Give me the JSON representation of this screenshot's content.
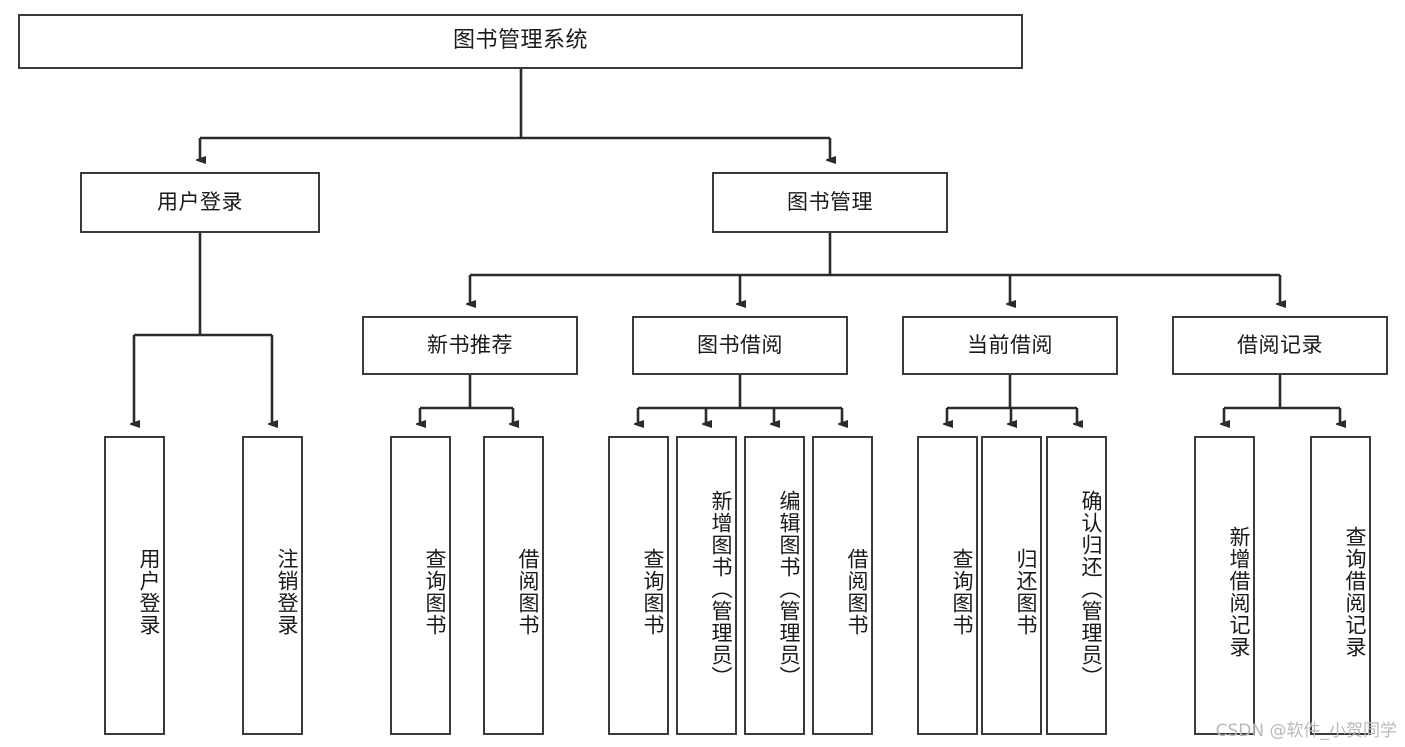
{
  "diagram": {
    "title": "图书管理系统",
    "watermark": "CSDN @软件_小贺同学",
    "colors": {
      "background": "#ffffff",
      "box_border": "#3a3a3a",
      "box_fill": "#ffffff",
      "text": "#1a1a1a",
      "connector": "#2b2b2b",
      "watermark": "#b9b9b9"
    },
    "root": {
      "label": "图书管理系统"
    },
    "level1": [
      {
        "label": "用户登录"
      },
      {
        "label": "图书管理"
      }
    ],
    "level2": [
      {
        "label": "新书推荐"
      },
      {
        "label": "图书借阅"
      },
      {
        "label": "当前借阅"
      },
      {
        "label": "借阅记录"
      }
    ],
    "leaves": {
      "user_login": [
        {
          "label": "用户登录"
        },
        {
          "label": "注销登录"
        }
      ],
      "new_book_recommend": [
        {
          "label": "查询图书"
        },
        {
          "label": "借阅图书"
        }
      ],
      "book_borrow": [
        {
          "label": "查询图书"
        },
        {
          "label": "新增图书（管理员）"
        },
        {
          "label": "编辑图书（管理员）"
        },
        {
          "label": "借阅图书"
        }
      ],
      "current_borrow": [
        {
          "label": "查询图书"
        },
        {
          "label": "归还图书"
        },
        {
          "label": "确认归还（管理员）"
        }
      ],
      "borrow_record": [
        {
          "label": "新增借阅记录"
        },
        {
          "label": "查询借阅记录"
        }
      ]
    }
  }
}
